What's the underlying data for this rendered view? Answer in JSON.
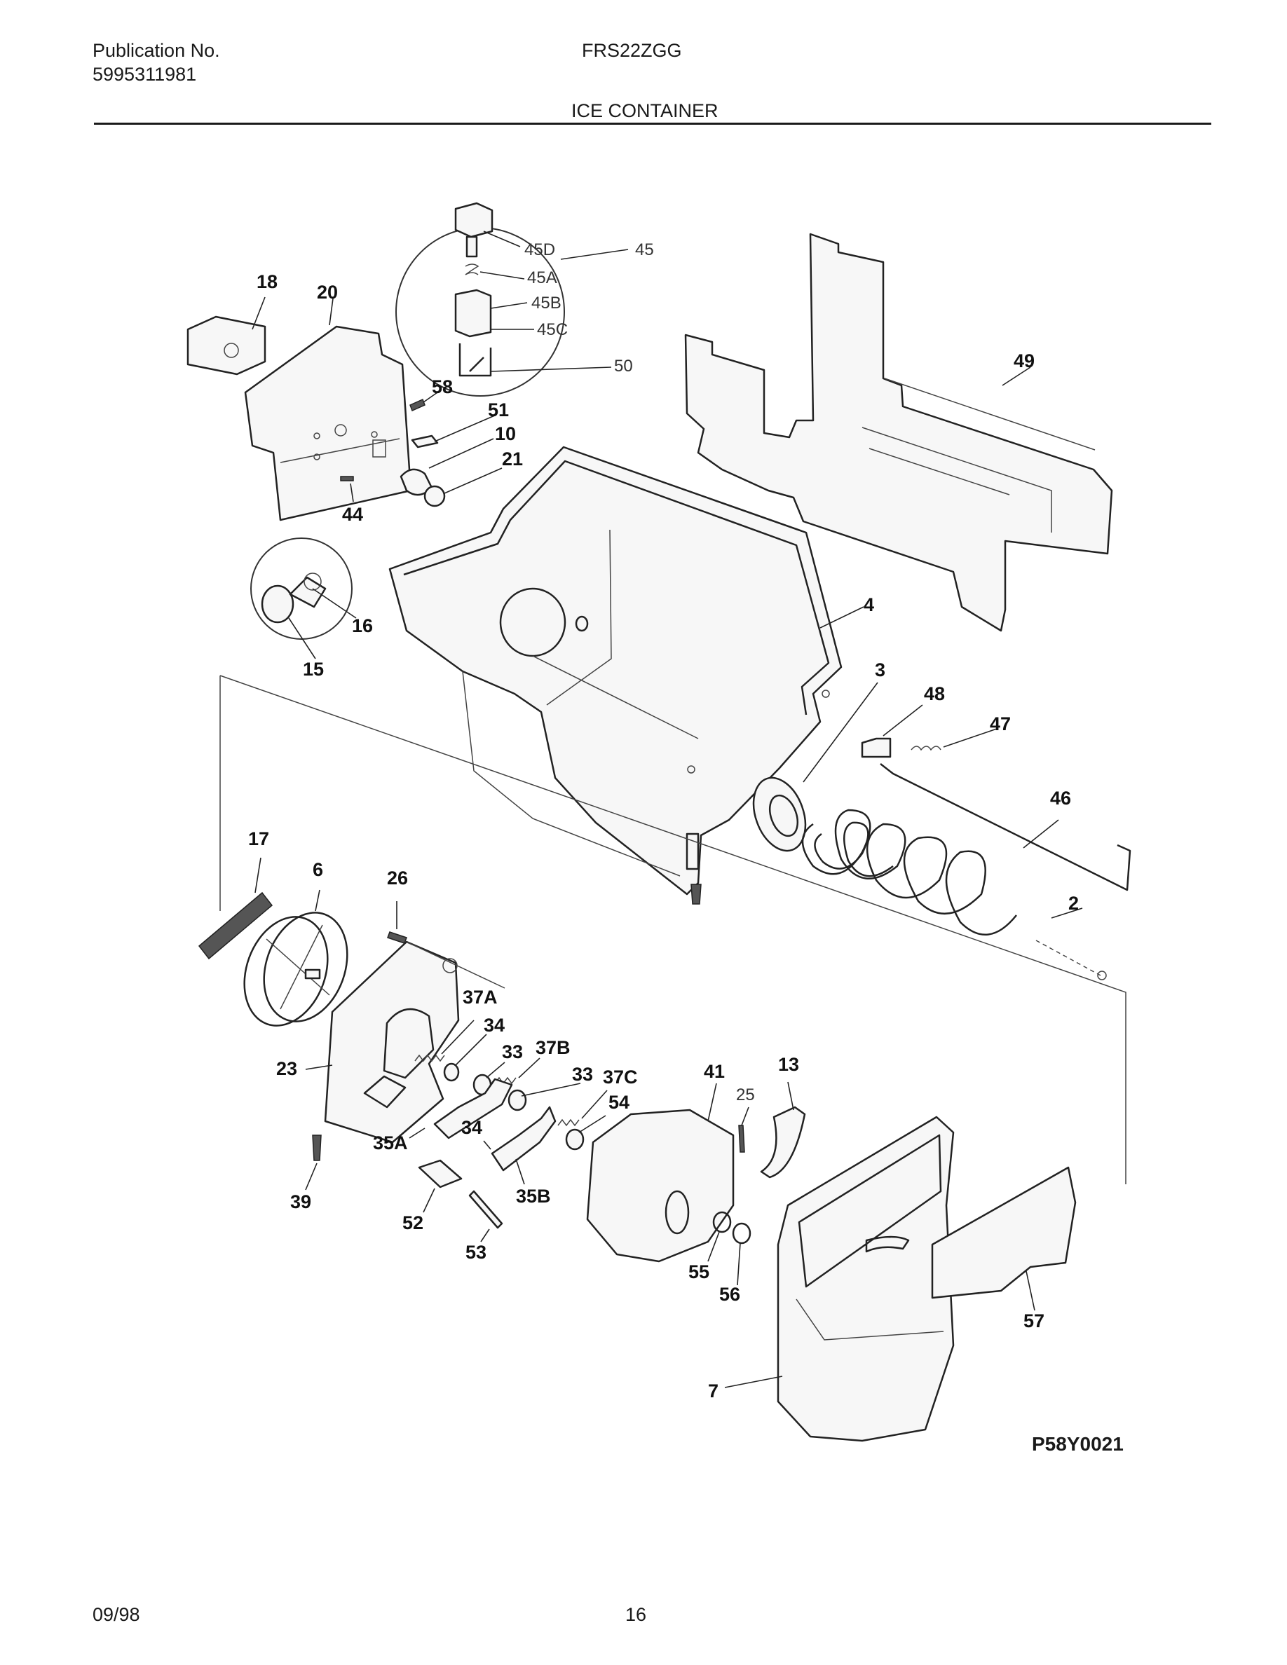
{
  "header": {
    "publication_label": "Publication No.",
    "publication_number": "5995311981",
    "model": "FRS22ZGG",
    "section_title": "ICE CONTAINER"
  },
  "footer": {
    "date": "09/98",
    "page": "16"
  },
  "figure_code": "P58Y0021",
  "callouts": {
    "c18": "18",
    "c20": "20",
    "c58": "58",
    "c51": "51",
    "c10": "10",
    "c21": "21",
    "c44": "44",
    "c16": "16",
    "c15": "15",
    "c4": "4",
    "c49": "49",
    "c3": "3",
    "c48": "48",
    "c47": "47",
    "c46": "46",
    "c2": "2",
    "c17": "17",
    "c6": "6",
    "c26": "26",
    "c37A": "37A",
    "c34a": "34",
    "c33a": "33",
    "c37B": "37B",
    "c33b": "33",
    "c37C": "37C",
    "c41": "41",
    "c13": "13",
    "c25": "25",
    "c54": "54",
    "c23": "23",
    "c35A": "35A",
    "c34b": "34",
    "c35B": "35B",
    "c39": "39",
    "c52": "52",
    "c53": "53",
    "c55": "55",
    "c56": "56",
    "c57": "57",
    "c7": "7"
  },
  "inset_callouts": {
    "c45D": "45D",
    "c45": "45",
    "c45A": "45A",
    "c45B": "45B",
    "c45C": "45C",
    "c50": "50"
  }
}
